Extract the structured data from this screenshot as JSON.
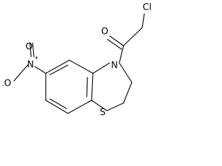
{
  "structure": {
    "atoms": {
      "chlorine": "Cl",
      "carbonyl_oxygen": "O",
      "ring_nitrogen": "N",
      "nitro_nitrogen": "N",
      "nitro_oxygen_top": "O",
      "nitro_oxygen_left": "O",
      "sulfur": "S"
    },
    "charges": {
      "nitro_nitrogen": "+",
      "nitro_oxygen_left": "-"
    }
  }
}
